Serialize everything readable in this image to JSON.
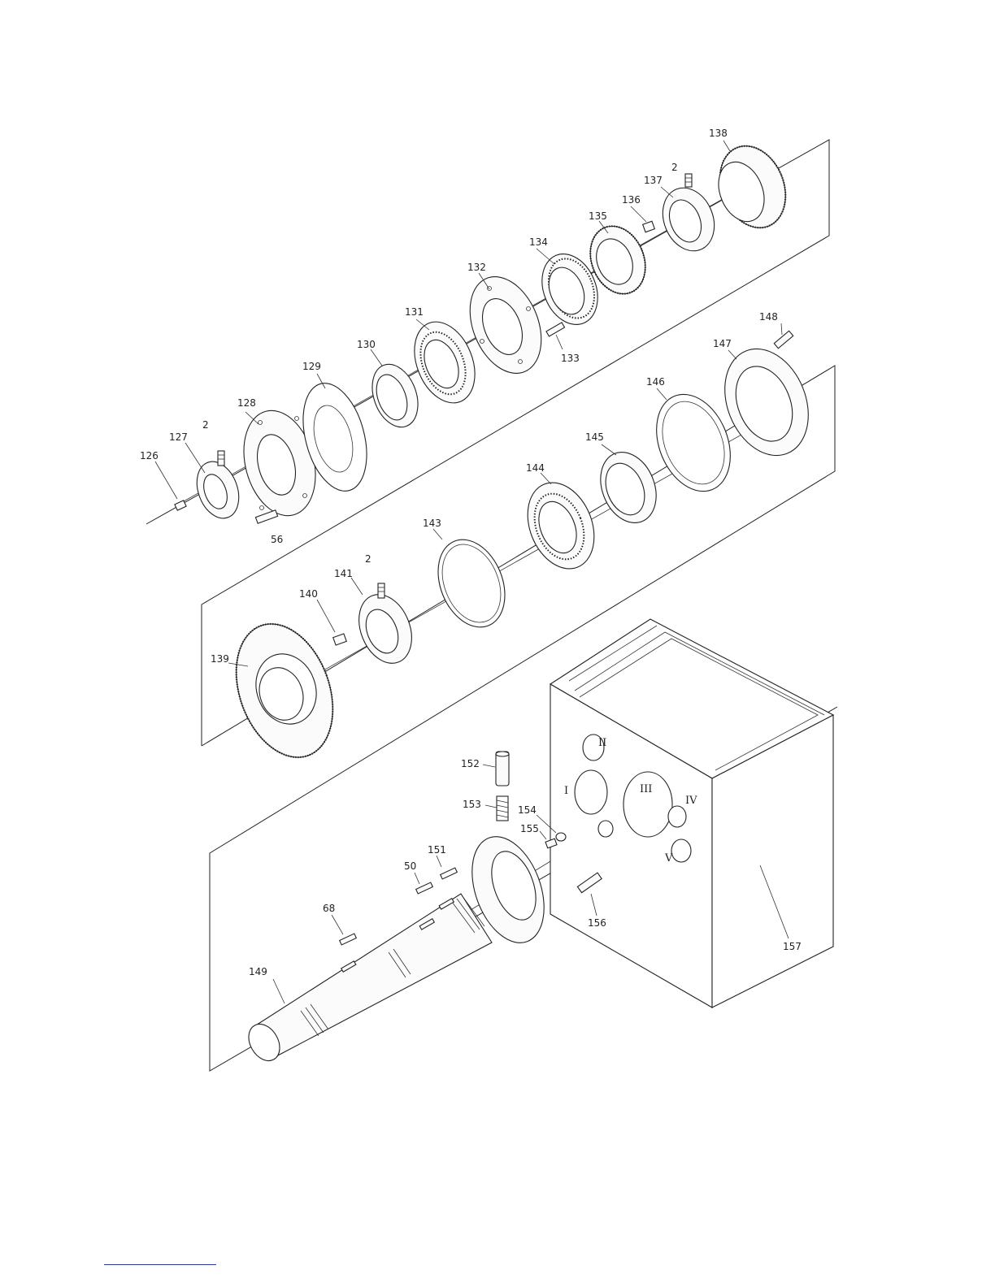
{
  "diagram": {
    "part_labels": {
      "p126": "126",
      "p127": "127",
      "p2a": "2",
      "p128": "128",
      "p56": "56",
      "p129": "129",
      "p130": "130",
      "p131": "131",
      "p132": "132",
      "p133": "133",
      "p134": "134",
      "p135": "135",
      "p136": "136",
      "p137": "137",
      "p2b": "2",
      "p138": "138",
      "p148": "148",
      "p147": "147",
      "p146": "146",
      "p145": "145",
      "p144": "144",
      "p143": "143",
      "p2c": "2",
      "p141": "141",
      "p140": "140",
      "p139": "139",
      "p152": "152",
      "p153": "153",
      "p154": "154",
      "p155": "155",
      "p151": "151",
      "p50": "50",
      "p68": "68",
      "p156": "156",
      "p149": "149",
      "p157": "157"
    },
    "hole_labels": {
      "h1": "I",
      "h2": "II",
      "h3": "III",
      "h4": "IV",
      "h5": "V"
    }
  }
}
